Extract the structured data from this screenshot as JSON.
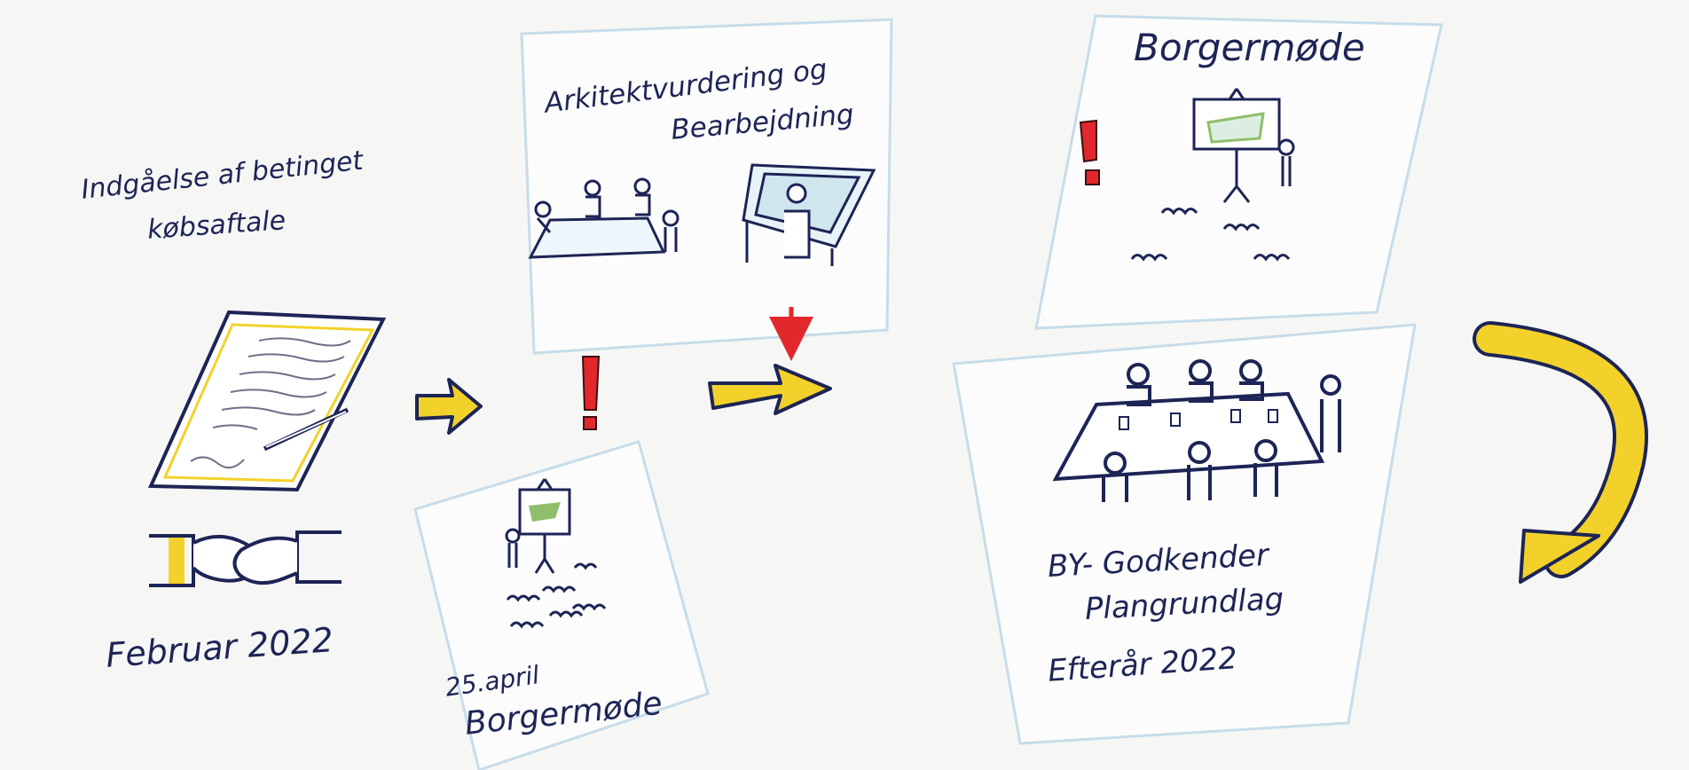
{
  "stages": {
    "kobsaftale": {
      "title_line1": "Indgåelse af betinget",
      "title_line2": "købsaftale",
      "date": "Februar 2022"
    },
    "arkitekt": {
      "title_line1": "Arkitektvurdering og",
      "title_line2": "Bearbejdning"
    },
    "borgermode_april": {
      "date": "25.april",
      "title": "Borgermøde"
    },
    "borgermode_top": {
      "title": "Borgermøde"
    },
    "godkender": {
      "title_line1": "BY- Godkender",
      "title_line2": "Plangrundlag",
      "date": "Efterår 2022"
    }
  },
  "colors": {
    "ink": "#1d2456",
    "accent_yellow": "#f2d22a",
    "alert_red": "#e2282c",
    "card_edge": "#b9d3e6",
    "screen_green": "#8fbf6a"
  }
}
